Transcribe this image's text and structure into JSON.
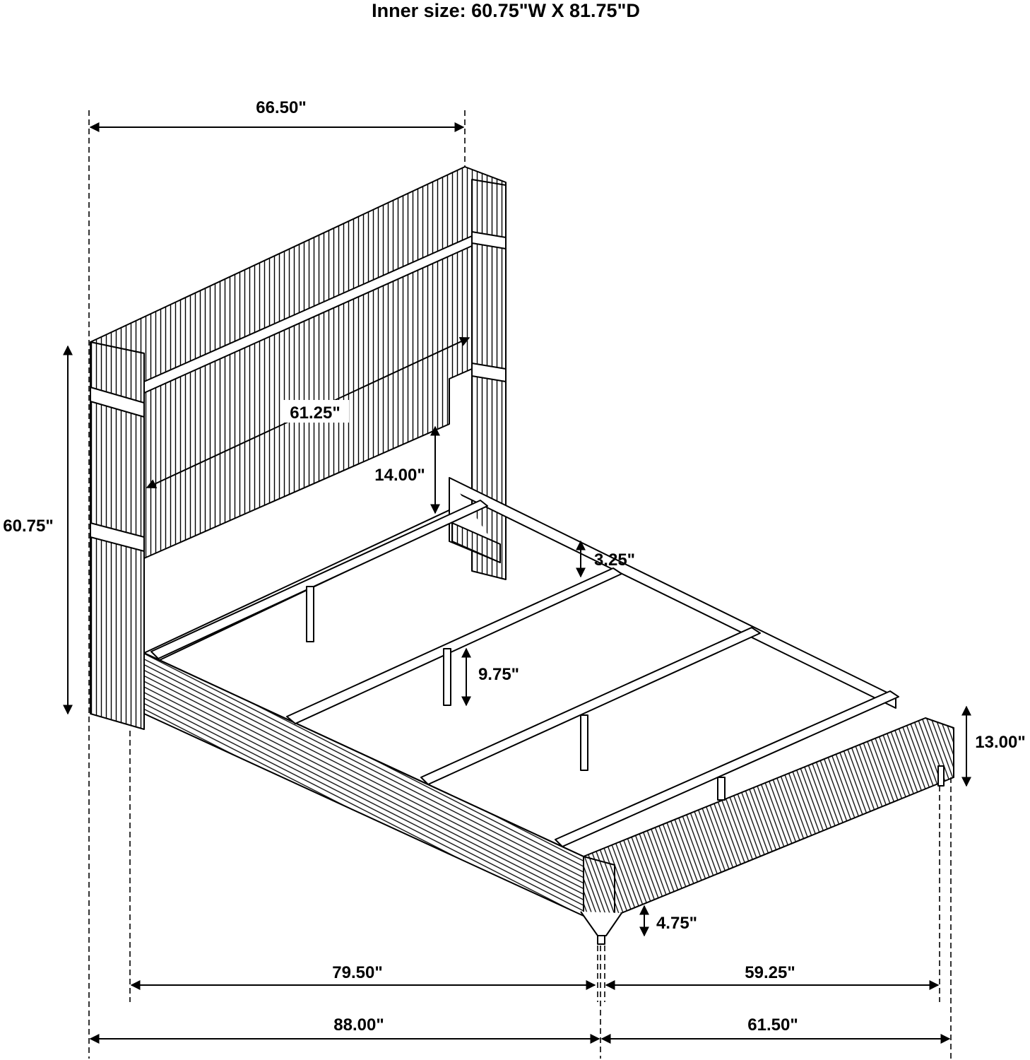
{
  "title": "Inner size: 60.75\"W X 81.75\"D",
  "dimensions": {
    "headboard_width": "66.50\"",
    "headboard_inner_width": "61.25\"",
    "total_height": "60.75\"",
    "headboard_clearance": "14.00\"",
    "rail_height": "3.25\"",
    "center_support_height": "9.75\"",
    "footboard_height": "13.00\"",
    "leg_height": "4.75\"",
    "inner_length": "79.50\"",
    "inner_width": "59.25\"",
    "overall_length": "88.00\"",
    "overall_width": "61.50\""
  },
  "colors": {
    "line": "#000000",
    "background": "#ffffff"
  }
}
